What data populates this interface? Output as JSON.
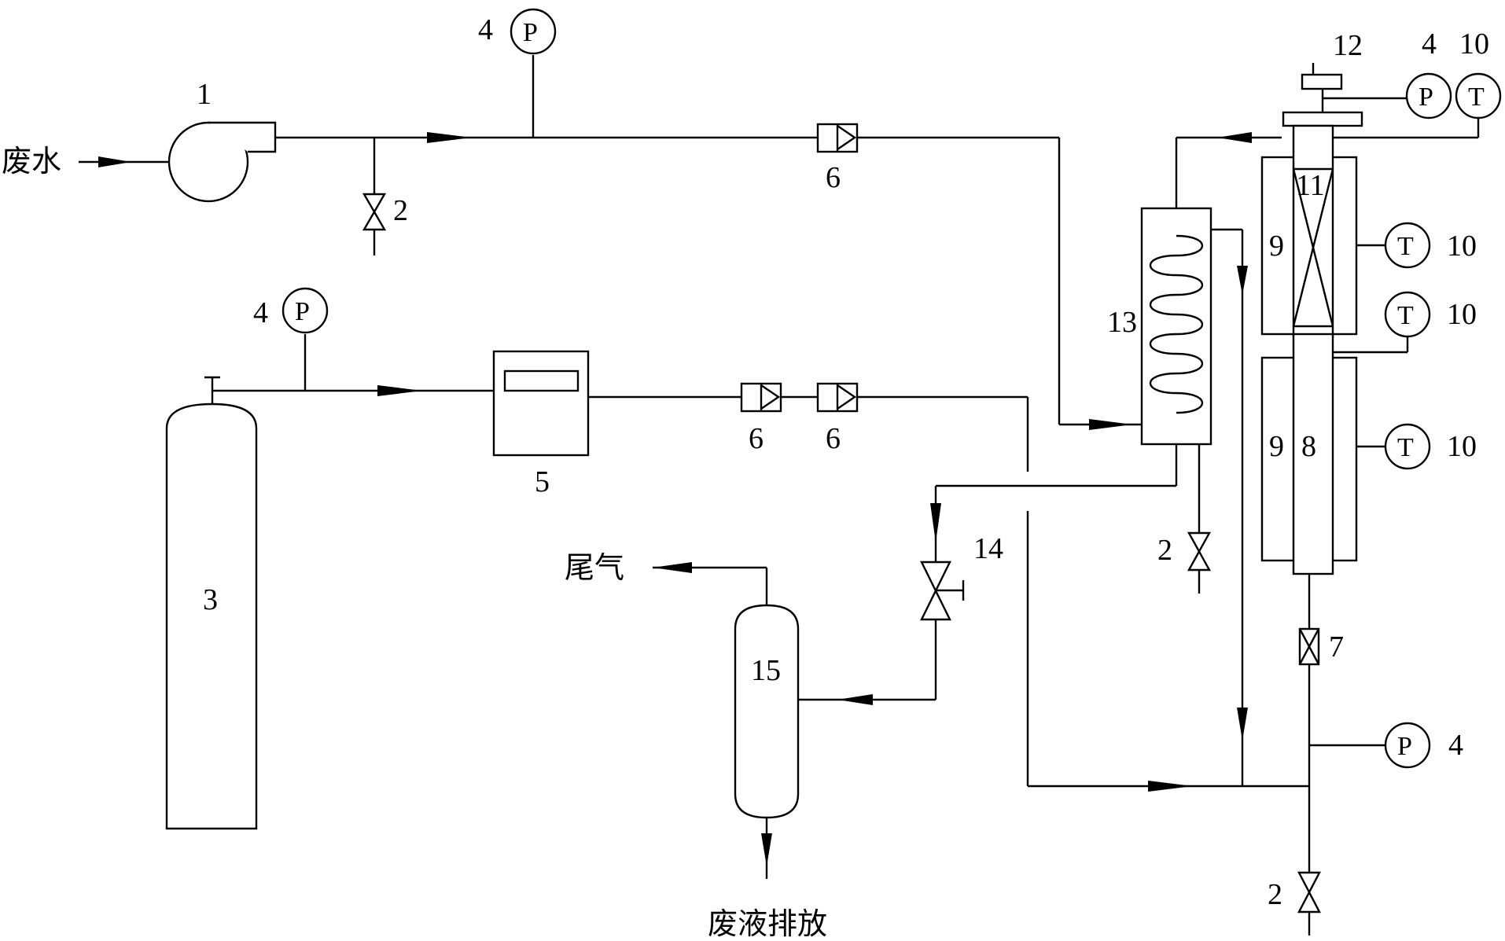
{
  "stream_labels": {
    "wastewater_in": "废水",
    "tail_gas": "尾气",
    "waste_liquid": "废液排放"
  },
  "gauge_symbols": {
    "pressure": "P",
    "temperature": "T"
  },
  "component_numbers": {
    "pump": "1",
    "valve": "2",
    "cylinder": "3",
    "pressure_gauge": "4",
    "flow_controller": "5",
    "check_valve": "6",
    "valve_7": "7",
    "reactor": "8",
    "heater": "9",
    "thermocouple": "10",
    "catalyst_bed": "11",
    "top_fitting": "12",
    "condenser": "13",
    "back_pressure_valve": "14",
    "separator": "15"
  }
}
